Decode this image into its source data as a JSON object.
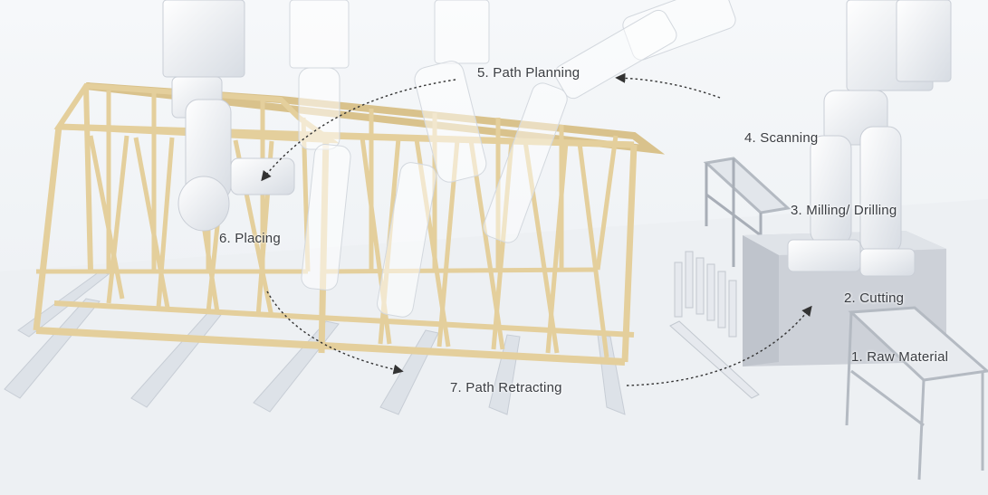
{
  "steps": {
    "raw_material": "1. Raw Material",
    "cutting": "2. Cutting",
    "milling_drilling": "3. Milling/ Drilling",
    "scanning": "4. Scanning",
    "path_planning": "5. Path Planning",
    "placing": "6. Placing",
    "path_retracting": "7. Path Retracting"
  },
  "colors": {
    "background": "#f3f5f7",
    "floor": "#eef1f4",
    "timber": "#e4cf9c",
    "timber_edge": "#c9b27a",
    "robot": "#ffffff",
    "robot_shadow": "#c9ced6",
    "station": "#c8ccd3",
    "arrow": "#333333",
    "label": "#3a3d42"
  }
}
